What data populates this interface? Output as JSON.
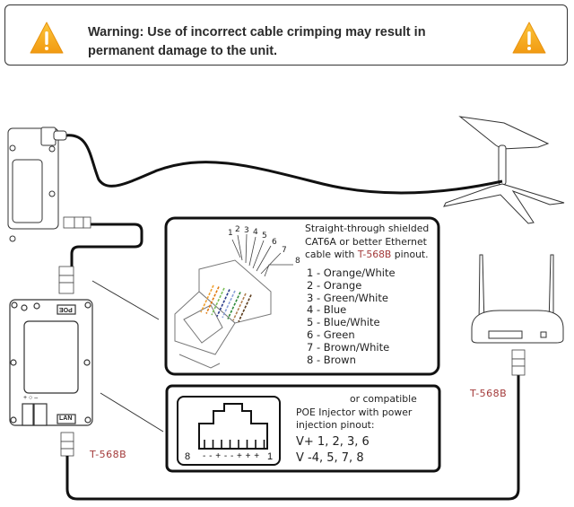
{
  "warning": {
    "text_line1": "Warning: Use of incorrect cable crimping may result in",
    "text_line2": "permanent damage to the unit.",
    "icon": "warning-triangle-icon",
    "icon_color": "#F5A623"
  },
  "cable_panel": {
    "desc_line1": "Straight-through shielded",
    "desc_line2": "CAT6A or better Ethernet",
    "desc_line3_prefix": "cable with ",
    "desc_line3_standard": "T-568B",
    "desc_line3_suffix": " pinout.",
    "pin_numbers": [
      "1",
      "2",
      "3",
      "4",
      "5",
      "6",
      "7",
      "8"
    ],
    "pins": [
      "1 - Orange/White",
      "2 - Orange",
      "3 - Green/White",
      "4 - Blue",
      "5 - Blue/White",
      "6 - Green",
      "7 - Brown/White",
      "8 - Brown"
    ],
    "wire_colors": [
      "#f0a030",
      "#e07a10",
      "#7bbf5a",
      "#2a3a8a",
      "#8aa0d8",
      "#2e8b3a",
      "#b08050",
      "#5a3a1a"
    ]
  },
  "poe_panel": {
    "desc_line1": "or compatible",
    "desc_line2": "POE Injector with power",
    "desc_line3": "injection pinout:",
    "vplus": "V+ 1, 2, 3, 6",
    "vminus": "V ‑4, 5, 7, 8",
    "jack_left_num": "8",
    "jack_right_num": "1",
    "jack_polarity": "- - + - - + + +"
  },
  "labels": {
    "standard_left": "T-568B",
    "standard_right": "T-568B",
    "device_poe": "POE",
    "device_lan": "LAN",
    "device_terminal": "+ ○ –"
  },
  "colors": {
    "standard_text": "#a33a3a",
    "cable": "#111111"
  }
}
